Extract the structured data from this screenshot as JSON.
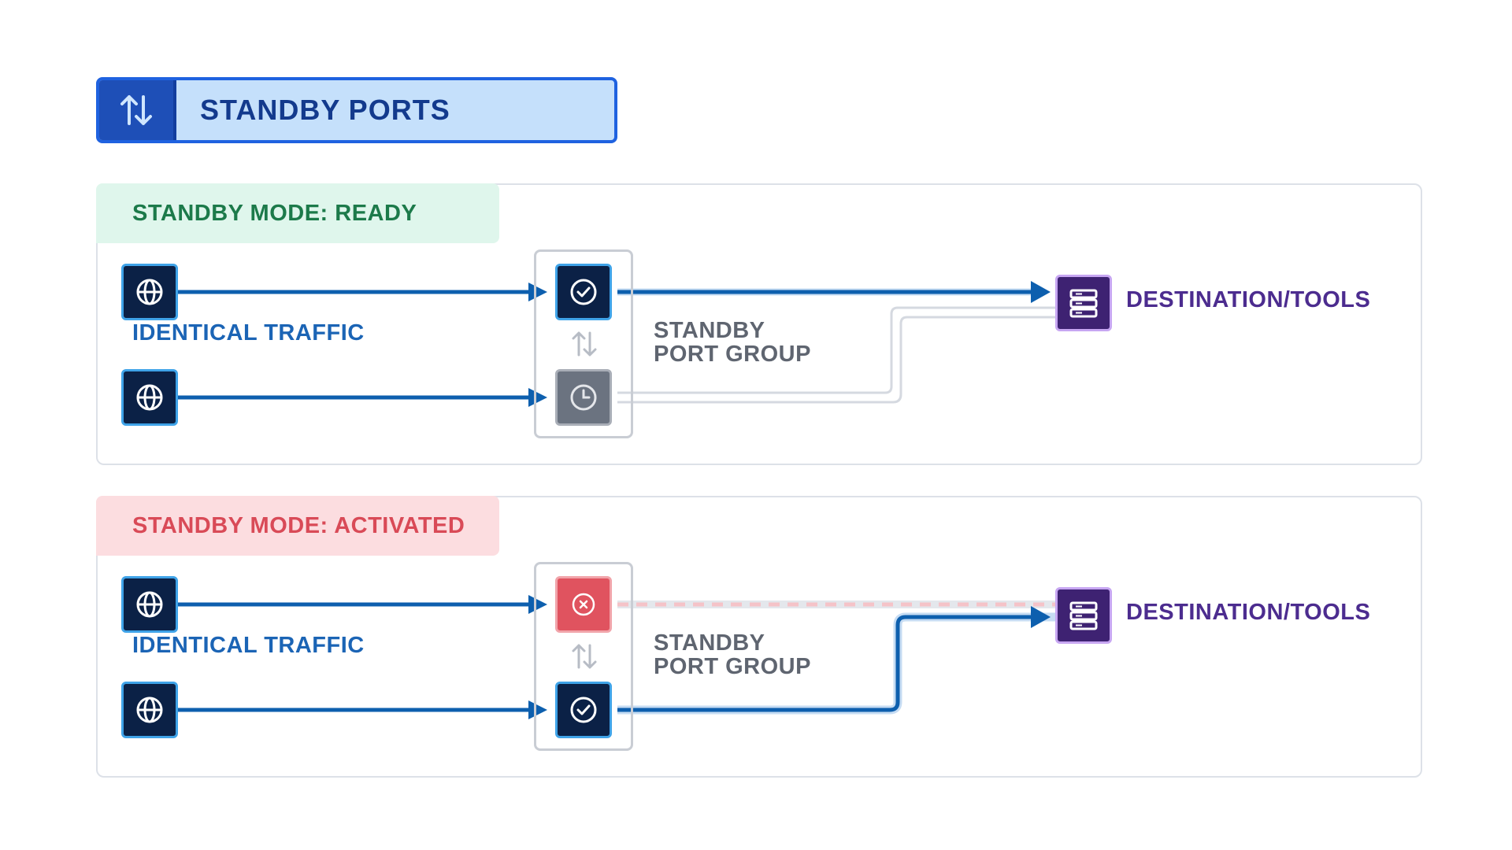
{
  "header": {
    "title": "STANDBY PORTS",
    "icon": "swap-vertical-icon"
  },
  "panels": [
    {
      "status": "STANDBY MODE: READY",
      "status_color": "#1c7a4a",
      "traffic_label": "IDENTICAL TRAFFIC",
      "group_label_line1": "STANDBY",
      "group_label_line2": "PORT GROUP",
      "destination_label": "DESTINATION/TOOLS",
      "primary_port_state": "check-icon",
      "standby_port_state": "clock-icon"
    },
    {
      "status": "STANDBY MODE: ACTIVATED",
      "status_color": "#d94a57",
      "traffic_label": "IDENTICAL TRAFFIC",
      "group_label_line1": "STANDBY",
      "group_label_line2": "PORT GROUP",
      "destination_label": "DESTINATION/TOOLS",
      "primary_port_state": "x-circle-icon",
      "standby_port_state": "check-icon"
    }
  ],
  "colors": {
    "link_active": "#0d5fae",
    "link_inactive": "#d5d9e0",
    "link_failed": "#f7c9cd",
    "accent": "#1f62e0"
  }
}
